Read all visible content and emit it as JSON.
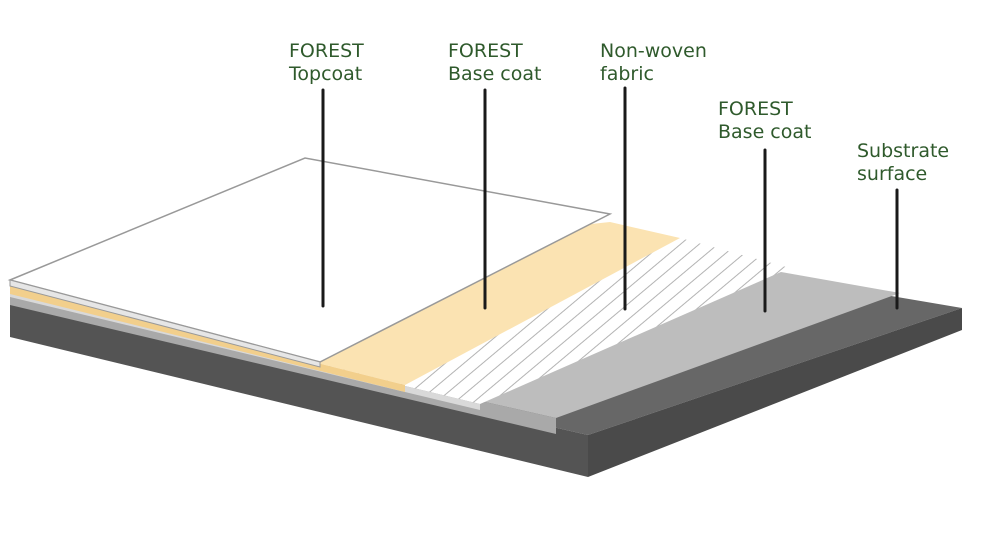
{
  "labels": {
    "topcoat": {
      "line1": "FOREST",
      "line2": "Topcoat"
    },
    "base_coat_top": {
      "line1": "FOREST",
      "line2": "Base coat"
    },
    "fabric": {
      "line1": "Non-woven",
      "line2": "fabric"
    },
    "base_coat_bottom": {
      "line1": "FOREST",
      "line2": "Base coat"
    },
    "substrate": {
      "line1": "Substrate",
      "line2": "surface"
    }
  },
  "colors": {
    "label_text": "#2f5a2c",
    "substrate_top": "#676767",
    "substrate_front": "#545454",
    "base_coat_bottom": "#bdbdbd",
    "fabric_fill": "#ffffff",
    "fabric_hatch": "#b3b3b3",
    "base_coat_top": "#fbe3b2",
    "topcoat": "#ffffff",
    "topcoat_edge": "#999999",
    "leader_line": "#1a1a1a"
  }
}
